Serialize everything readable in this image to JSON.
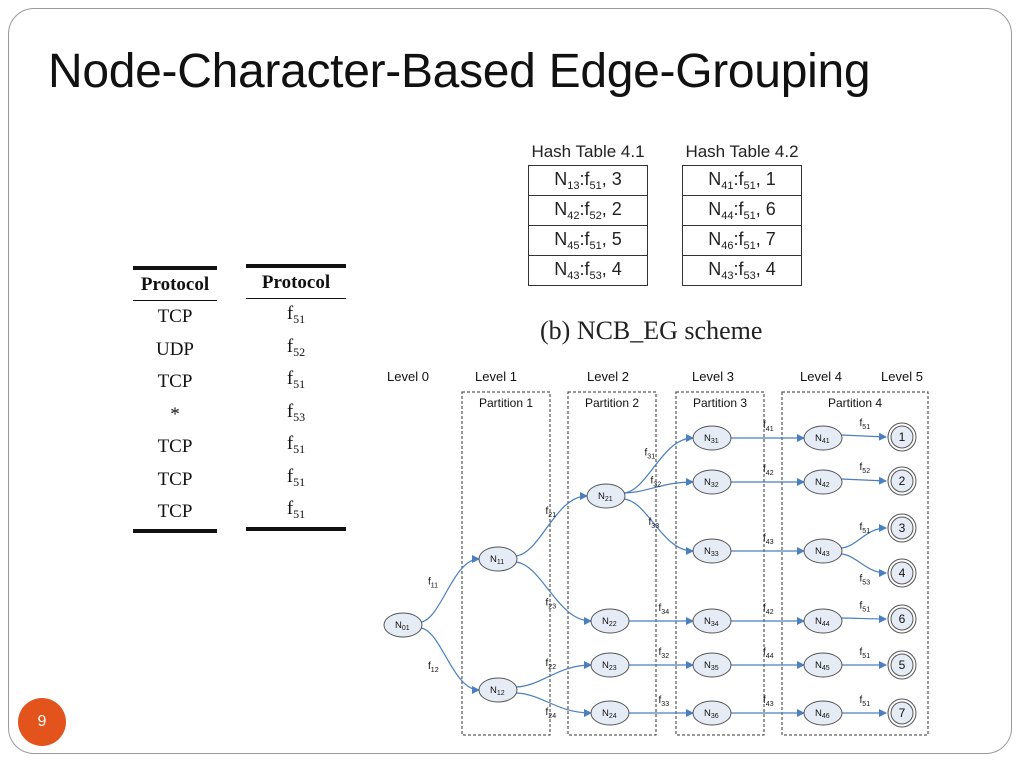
{
  "title": "Node-Character-Based Edge-Grouping",
  "page_number": "9",
  "protocol_tables": {
    "left": {
      "header": "Protocol",
      "rows": [
        "TCP",
        "UDP",
        "TCP",
        "*",
        "TCP",
        "TCP",
        "TCP"
      ]
    },
    "right": {
      "header": "Protocol",
      "rows": [
        {
          "base": "f",
          "sub": "51"
        },
        {
          "base": "f",
          "sub": "52"
        },
        {
          "base": "f",
          "sub": "51"
        },
        {
          "base": "f",
          "sub": "53"
        },
        {
          "base": "f",
          "sub": "51"
        },
        {
          "base": "f",
          "sub": "51"
        },
        {
          "base": "f",
          "sub": "51"
        }
      ]
    }
  },
  "hash_tables": [
    {
      "caption": "Hash Table 4.1",
      "rows": [
        {
          "node": "N",
          "node_sub": "13",
          "f": "f",
          "f_sub": "51",
          "value": "3"
        },
        {
          "node": "N",
          "node_sub": "42",
          "f": "f",
          "f_sub": "52",
          "value": "2"
        },
        {
          "node": "N",
          "node_sub": "45",
          "f": "f",
          "f_sub": "51",
          "value": "5"
        },
        {
          "node": "N",
          "node_sub": "43",
          "f": "f",
          "f_sub": "53",
          "value": "4"
        }
      ]
    },
    {
      "caption": "Hash Table 4.2",
      "rows": [
        {
          "node": "N",
          "node_sub": "41",
          "f": "f",
          "f_sub": "51",
          "value": "1"
        },
        {
          "node": "N",
          "node_sub": "44",
          "f": "f",
          "f_sub": "51",
          "value": "6"
        },
        {
          "node": "N",
          "node_sub": "46",
          "f": "f",
          "f_sub": "51",
          "value": "7"
        },
        {
          "node": "N",
          "node_sub": "43",
          "f": "f",
          "f_sub": "53",
          "value": "4"
        }
      ]
    }
  ],
  "scheme_caption": "(b) NCB_EG scheme",
  "diagram": {
    "levels": [
      "Level 0",
      "Level 1",
      "Level 2",
      "Level 3",
      "Level 4",
      "Level 5"
    ],
    "partitions": [
      "Partition 1",
      "Partition 2",
      "Partition 3",
      "Partition 4"
    ],
    "nodes": [
      {
        "id": "N01",
        "sub": "01"
      },
      {
        "id": "N11",
        "sub": "11"
      },
      {
        "id": "N12",
        "sub": "12"
      },
      {
        "id": "N21",
        "sub": "21"
      },
      {
        "id": "N22",
        "sub": "22"
      },
      {
        "id": "N23",
        "sub": "23"
      },
      {
        "id": "N24",
        "sub": "24"
      },
      {
        "id": "N31",
        "sub": "31"
      },
      {
        "id": "N32",
        "sub": "32"
      },
      {
        "id": "N33",
        "sub": "33"
      },
      {
        "id": "N34",
        "sub": "34"
      },
      {
        "id": "N35",
        "sub": "35"
      },
      {
        "id": "N36",
        "sub": "36"
      },
      {
        "id": "N41",
        "sub": "41"
      },
      {
        "id": "N42",
        "sub": "42"
      },
      {
        "id": "N43",
        "sub": "43"
      },
      {
        "id": "N44",
        "sub": "44"
      },
      {
        "id": "N45",
        "sub": "45"
      },
      {
        "id": "N46",
        "sub": "46"
      }
    ],
    "leaves": [
      "1",
      "2",
      "3",
      "4",
      "6",
      "5",
      "7"
    ],
    "edges": [
      {
        "from": "N01",
        "to": "N11",
        "label_sub": "11"
      },
      {
        "from": "N01",
        "to": "N12",
        "label_sub": "12"
      },
      {
        "from": "N11",
        "to": "N21",
        "label_sub": "21"
      },
      {
        "from": "N11",
        "to": "N22",
        "label_sub": "23"
      },
      {
        "from": "N12",
        "to": "N23",
        "label_sub": "22"
      },
      {
        "from": "N12",
        "to": "N24",
        "label_sub": "24"
      },
      {
        "from": "N21",
        "to": "N31",
        "label_sub": "31"
      },
      {
        "from": "N21",
        "to": "N32",
        "label_sub": "32"
      },
      {
        "from": "N21",
        "to": "N33",
        "label_sub": "33"
      },
      {
        "from": "N22",
        "to": "N34",
        "label_sub": "34"
      },
      {
        "from": "N23",
        "to": "N35",
        "label_sub": "32"
      },
      {
        "from": "N24",
        "to": "N36",
        "label_sub": "33"
      },
      {
        "from": "N31",
        "to": "N41",
        "label_sub": "41"
      },
      {
        "from": "N32",
        "to": "N42",
        "label_sub": "42"
      },
      {
        "from": "N33",
        "to": "N43",
        "label_sub": "43"
      },
      {
        "from": "N34",
        "to": "N44",
        "label_sub": "42"
      },
      {
        "from": "N35",
        "to": "N45",
        "label_sub": "44"
      },
      {
        "from": "N36",
        "to": "N46",
        "label_sub": "43"
      },
      {
        "from": "N41",
        "to": "L1",
        "label_sub": "51"
      },
      {
        "from": "N42",
        "to": "L2",
        "label_sub": "52"
      },
      {
        "from": "N43",
        "to": "L3",
        "label_sub": "51"
      },
      {
        "from": "N43",
        "to": "L4",
        "label_sub": "53"
      },
      {
        "from": "N44",
        "to": "L6",
        "label_sub": "51"
      },
      {
        "from": "N45",
        "to": "L5",
        "label_sub": "51"
      },
      {
        "from": "N46",
        "to": "L7",
        "label_sub": "51"
      }
    ],
    "edge_label_base": "f",
    "colors": {
      "edge": "#4a7fc0",
      "node_fill": "#e6ecf5",
      "node_stroke": "#555555",
      "partition_stroke": "#333333"
    }
  }
}
